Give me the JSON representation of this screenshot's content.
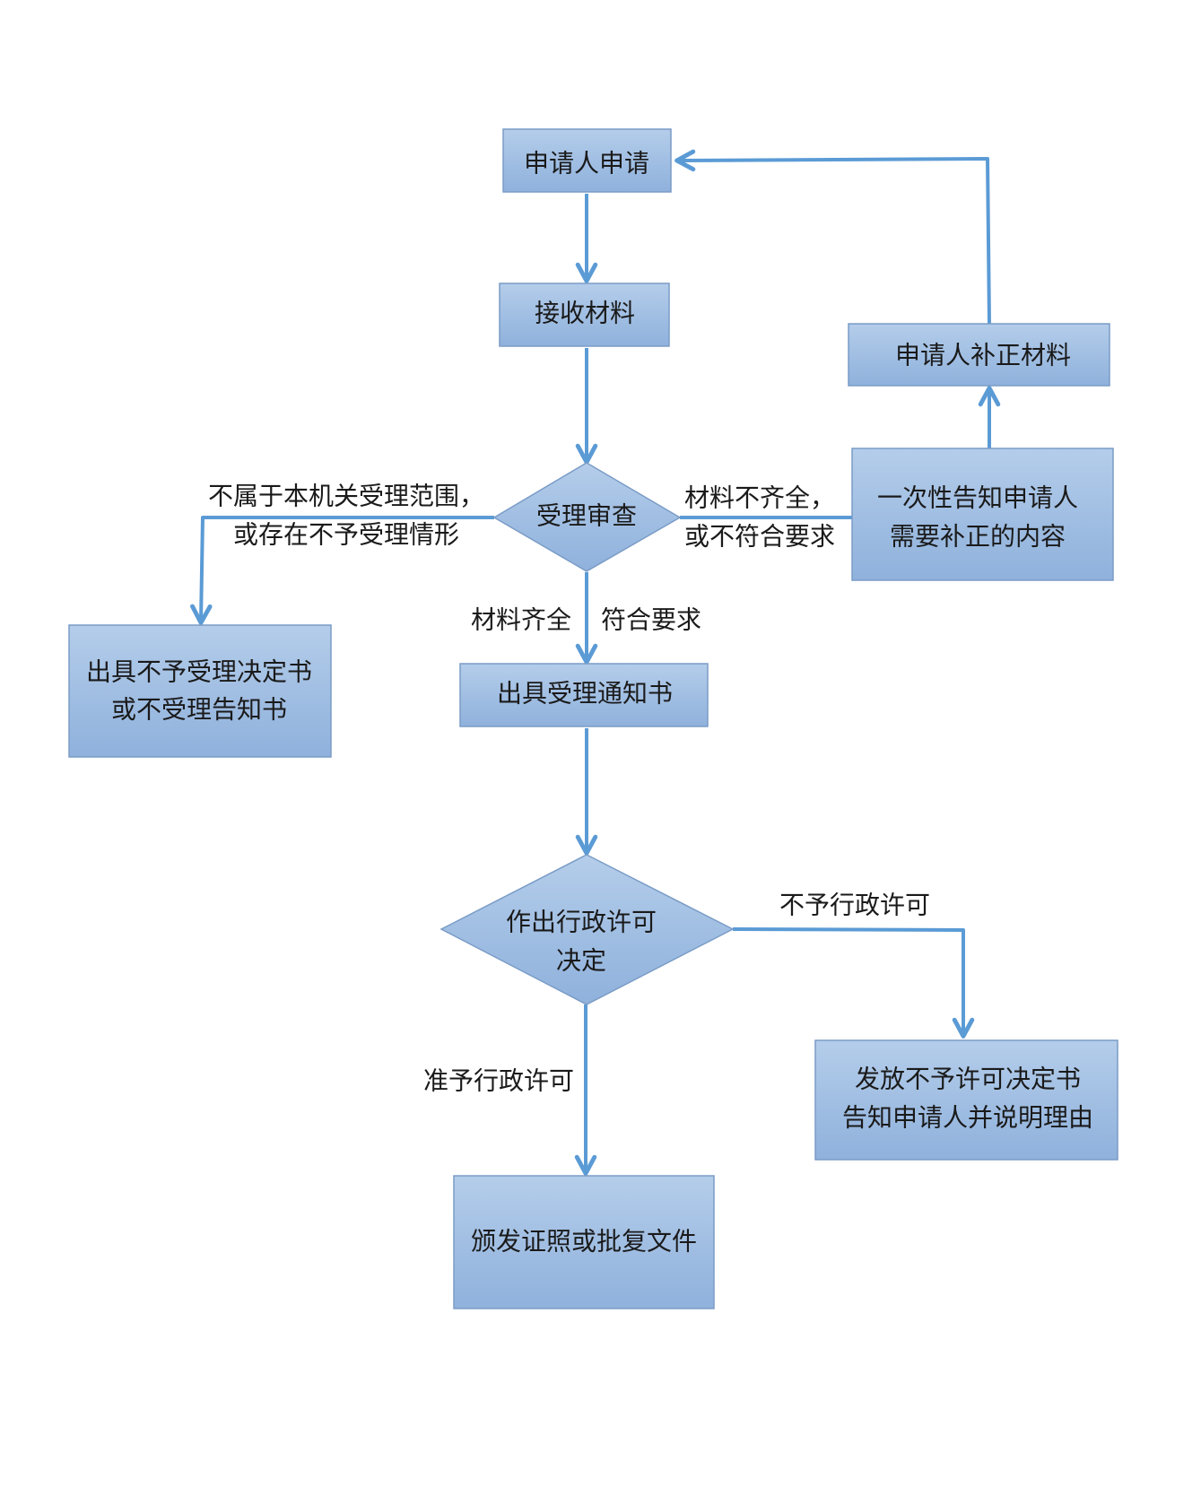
{
  "nodes": {
    "apply": "申请人申请",
    "receive": "接收材料",
    "review": "受理审查",
    "reject_line1": "出具不予受理决定书",
    "reject_line2": "或不受理告知书",
    "notify_line1": "一次性告知申请人",
    "notify_line2": "需要补正的内容",
    "supplement": "申请人补正材料",
    "accept_notice": "出具受理通知书",
    "decision_line1": "作出行政许可",
    "decision_line2": "决定",
    "deny_line1": "发放不予许可决定书",
    "deny_line2": "告知申请人并说明理由",
    "issue": "颁发证照或批复文件"
  },
  "edges": {
    "out_of_scope_line1": "不属于本机关受理范围，",
    "out_of_scope_line2": "或存在不予受理情形",
    "incomplete_line1": "材料不齐全，",
    "incomplete_line2": "或不符合要求",
    "complete_left": "材料齐全",
    "complete_right": "符合要求",
    "deny": "不予行政许可",
    "approve": "准予行政许可"
  },
  "colors": {
    "node_fill_top": "#b4cdea",
    "node_fill_bottom": "#8fb1dc",
    "connector": "#5b9bd5"
  }
}
